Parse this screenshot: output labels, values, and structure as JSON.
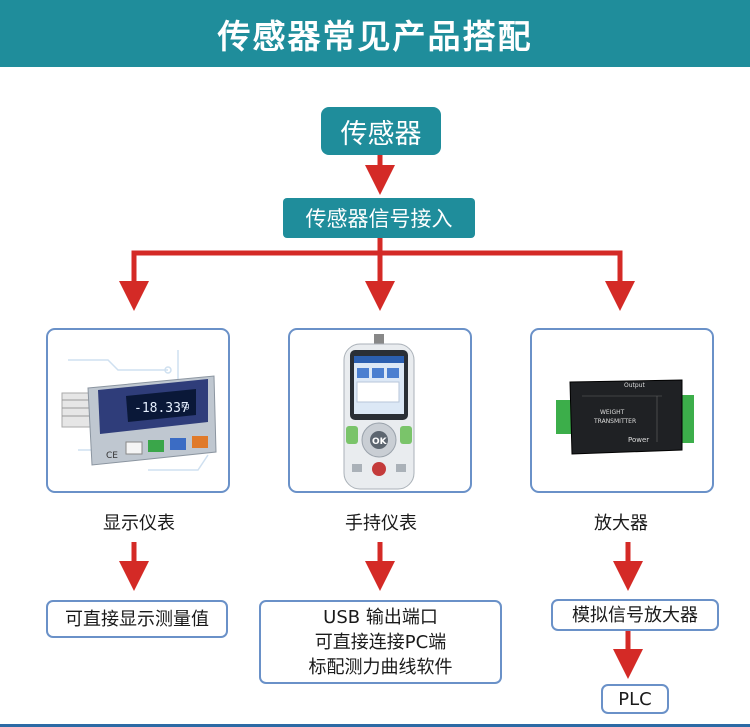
{
  "header": {
    "title": "传感器常见产品搭配"
  },
  "diagram": {
    "root": "传感器",
    "input": "传感器信号接入",
    "products": [
      {
        "label": "显示仪表",
        "device_text": [
          "-18.337",
          "kg"
        ],
        "result_lines": [
          "可直接显示测量值"
        ]
      },
      {
        "label": "手持仪表",
        "result_lines": [
          "USB 输出端口",
          "可直接连接PC端",
          "标配测力曲线软件"
        ]
      },
      {
        "label": "放大器",
        "result_lines": [
          "模拟信号放大器"
        ],
        "extra": "PLC",
        "device_text": [
          "WEIGHT",
          "TRANSMITTER",
          "Power",
          "Output"
        ]
      }
    ]
  },
  "colors": {
    "teal": "#1f8d9b",
    "arrow": "#d42a26",
    "border": "#6a91c8"
  }
}
